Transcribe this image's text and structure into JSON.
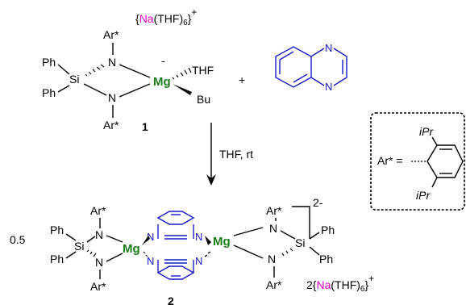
{
  "reactant": {
    "counterion": {
      "open": "{",
      "na": "Na",
      "rest": "(THF)",
      "sub": "6",
      "close": "}",
      "charge": "+"
    },
    "aryl_top": "Ar*",
    "aryl_bottom": "Ar*",
    "phenyl_top": "Ph",
    "phenyl_bottom": "Ph",
    "silicon": "Si",
    "nitrogen_top": "N",
    "nitrogen_bottom": "N",
    "magnesium": "Mg",
    "anion_charge": "-",
    "thf_ligand": "THF",
    "butyl": "Bu",
    "compound_number": "1"
  },
  "reagent": {
    "plus": "+",
    "n_top": "N",
    "n_bottom": "N"
  },
  "conditions": "THF, rt",
  "legend": {
    "ar_label": "Ar* =",
    "ipr_top": "iPr",
    "ipr_bottom": "iPr"
  },
  "product": {
    "coefficient": "0.5",
    "charge": "2-",
    "left_aryl_top": "Ar*",
    "left_aryl_bottom": "Ar*",
    "left_ph_top": "Ph",
    "left_ph_bottom": "Ph",
    "left_si": "Si",
    "left_n_top": "N",
    "left_n_bottom": "N",
    "left_mg": "Mg",
    "right_aryl_top": "Ar*",
    "right_aryl_bottom": "Ar*",
    "right_ph_top": "Ph",
    "right_ph_bottom": "Ph",
    "right_si": "Si",
    "right_n_top": "N",
    "right_n_bottom": "N",
    "right_mg": "Mg",
    "bridge_n1": "N",
    "bridge_n2": "N",
    "bridge_n3": "N",
    "bridge_n4": "N",
    "compound_number": "2",
    "counterion": {
      "prefix": "2{",
      "na": "Na",
      "rest": "(THF)",
      "sub": "6",
      "close": "}",
      "charge": "+"
    }
  },
  "colors": {
    "magnesium": "#1a7d1a",
    "sodium": "#e800c8",
    "quinoxaline": "#1a1acc"
  }
}
